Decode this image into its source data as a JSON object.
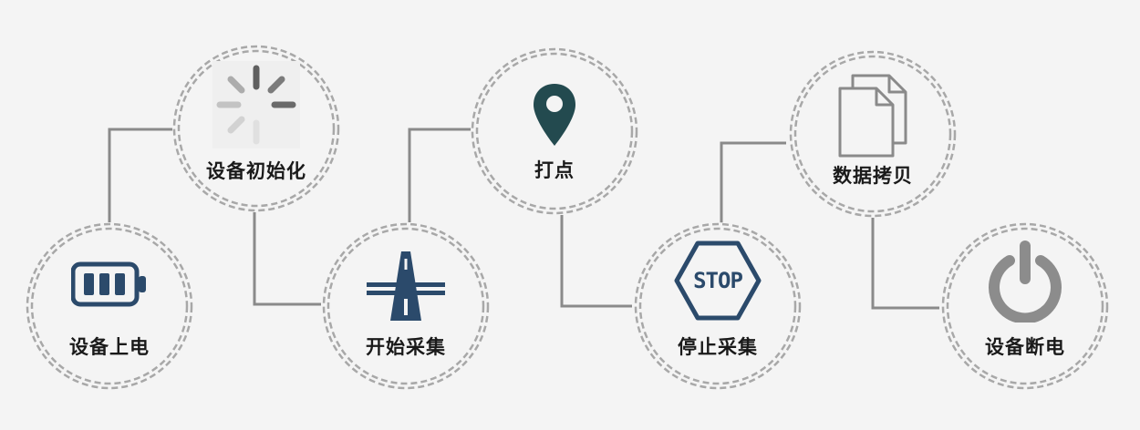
{
  "steps": [
    {
      "label": "设备上电",
      "icon": "battery-icon",
      "color": "#2b4a6b"
    },
    {
      "label": "设备初始化",
      "icon": "loading-spinner-icon",
      "color": "#9a9a9a"
    },
    {
      "label": "开始采集",
      "icon": "highway-road-icon",
      "color": "#2b4a6b"
    },
    {
      "label": "打点",
      "icon": "map-pin-icon",
      "color": "#234a4f"
    },
    {
      "label": "停止采集",
      "icon": "stop-sign-icon",
      "color": "#2b4a6b"
    },
    {
      "label": "数据拷贝",
      "icon": "copy-documents-icon",
      "color": "#8a8a8a"
    },
    {
      "label": "设备断电",
      "icon": "power-icon",
      "color": "#8c8c8c"
    }
  ],
  "stop_text": "STOP"
}
